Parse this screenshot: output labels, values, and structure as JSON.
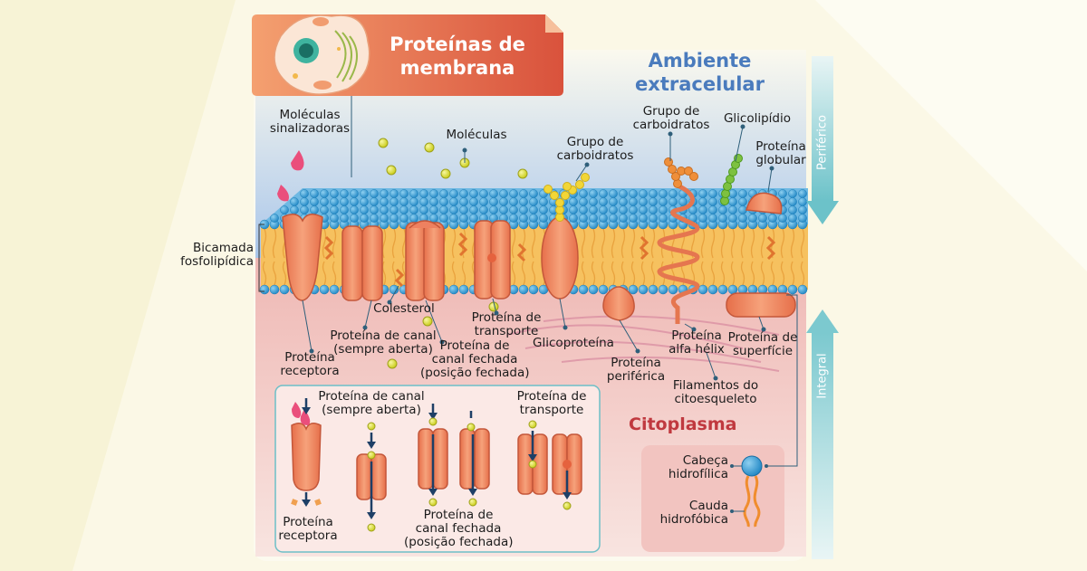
{
  "title": {
    "line1": "Proteínas de",
    "line2": "membrana"
  },
  "regions": {
    "extracellular": {
      "line1": "Ambiente",
      "line2": "extracelular"
    },
    "cytoplasm": "Citoplasma"
  },
  "side_arrows": {
    "peripheral": "Periférico",
    "integral": "Integral"
  },
  "labels": {
    "signal_molecules": {
      "line1": "Moléculas",
      "line2": "sinalizadoras"
    },
    "molecules": "Moléculas",
    "carb_group_1": {
      "line1": "Grupo de",
      "line2": "carboidratos"
    },
    "carb_group_2": {
      "line1": "Grupo de",
      "line2": "carboidratos"
    },
    "glycolipid": "Glicolipídio",
    "globular_protein": {
      "line1": "Proteína",
      "line2": "globular"
    },
    "bilayer": {
      "line1": "Bicamada",
      "line2": "fosfolipídica"
    },
    "cholesterol": "Colesterol",
    "transport_protein": {
      "line1": "Proteína de",
      "line2": "transporte"
    },
    "open_channel": {
      "line1": "Proteína de canal",
      "line2": "(sempre aberta)"
    },
    "closed_channel": {
      "line1": "Proteína de",
      "line2": "canal fechada",
      "line3": "(posição fechada)"
    },
    "receptor_protein": {
      "line1": "Proteína",
      "line2": "receptora"
    },
    "glycoprotein": "Glicoproteína",
    "peripheral_protein": {
      "line1": "Proteína",
      "line2": "periférica"
    },
    "alpha_helix": {
      "line1": "Proteína",
      "line2": "alfa hélix"
    },
    "surface_protein": {
      "line1": "Proteína de",
      "line2": "superfície"
    },
    "cytoskeleton": {
      "line1": "Filamentos do",
      "line2": "citoesqueleto"
    }
  },
  "inset": {
    "open_channel": {
      "line1": "Proteína de canal",
      "line2": "(sempre aberta)"
    },
    "transport_protein": {
      "line1": "Proteína de",
      "line2": "transporte"
    },
    "receptor_protein": {
      "line1": "Proteína",
      "line2": "receptora"
    },
    "closed_channel": {
      "line1": "Proteína de",
      "line2": "canal fechada",
      "line3": "(posição fechada)"
    }
  },
  "legend": {
    "head": {
      "line1": "Cabeça",
      "line2": "hidrofílica"
    },
    "tail": {
      "line1": "Cauda",
      "line2": "hidrofóbica"
    }
  },
  "colors": {
    "title_orange": "#e8704c",
    "lipid_head": "#3aa3d9",
    "lipid_tail": "#f3b552",
    "protein": "#f08a5d",
    "molecule": "#e6e82a",
    "extracellular_blue": "#bcd3ec",
    "cytoplasm_pink": "#f2c9c3",
    "arrow_teal": "#8fd3d9"
  }
}
